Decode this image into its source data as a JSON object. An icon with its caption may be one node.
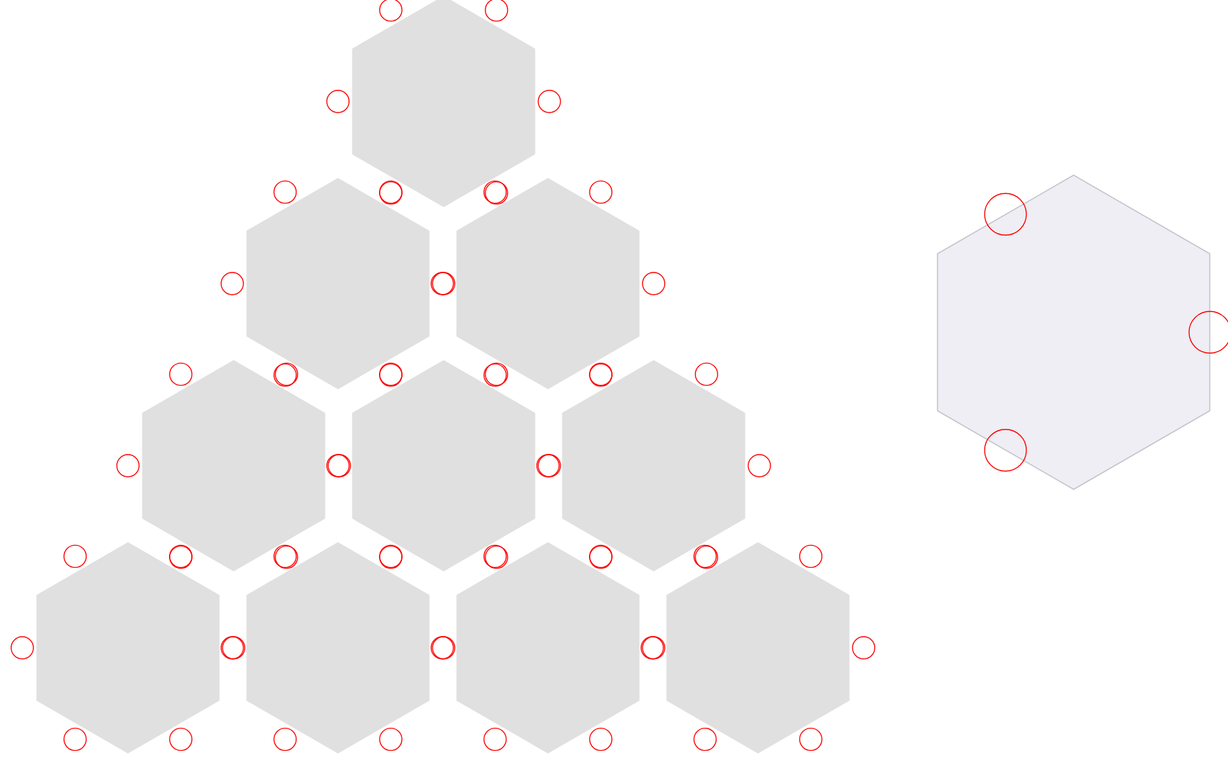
{
  "diagram": {
    "nodes": [
      {
        "text": [],
        "shape": "hexagon"
      },
      {
        "text": [],
        "shape": "hexagon"
      },
      {
        "text": [],
        "shape": "hexagon"
      },
      {
        "text": [],
        "shape": "hexagon"
      },
      {
        "text": [],
        "shape": "hexagon"
      },
      {
        "text": [],
        "shape": "hexagon"
      },
      {
        "text": [],
        "shape": "hexagon"
      },
      {
        "text": [],
        "shape": "hexagon"
      },
      {
        "text": [],
        "shape": "hexagon"
      },
      {
        "text": [],
        "shape": "hexagon"
      },
      {
        "text": [],
        "shape": "hexagon"
      }
    ]
  }
}
